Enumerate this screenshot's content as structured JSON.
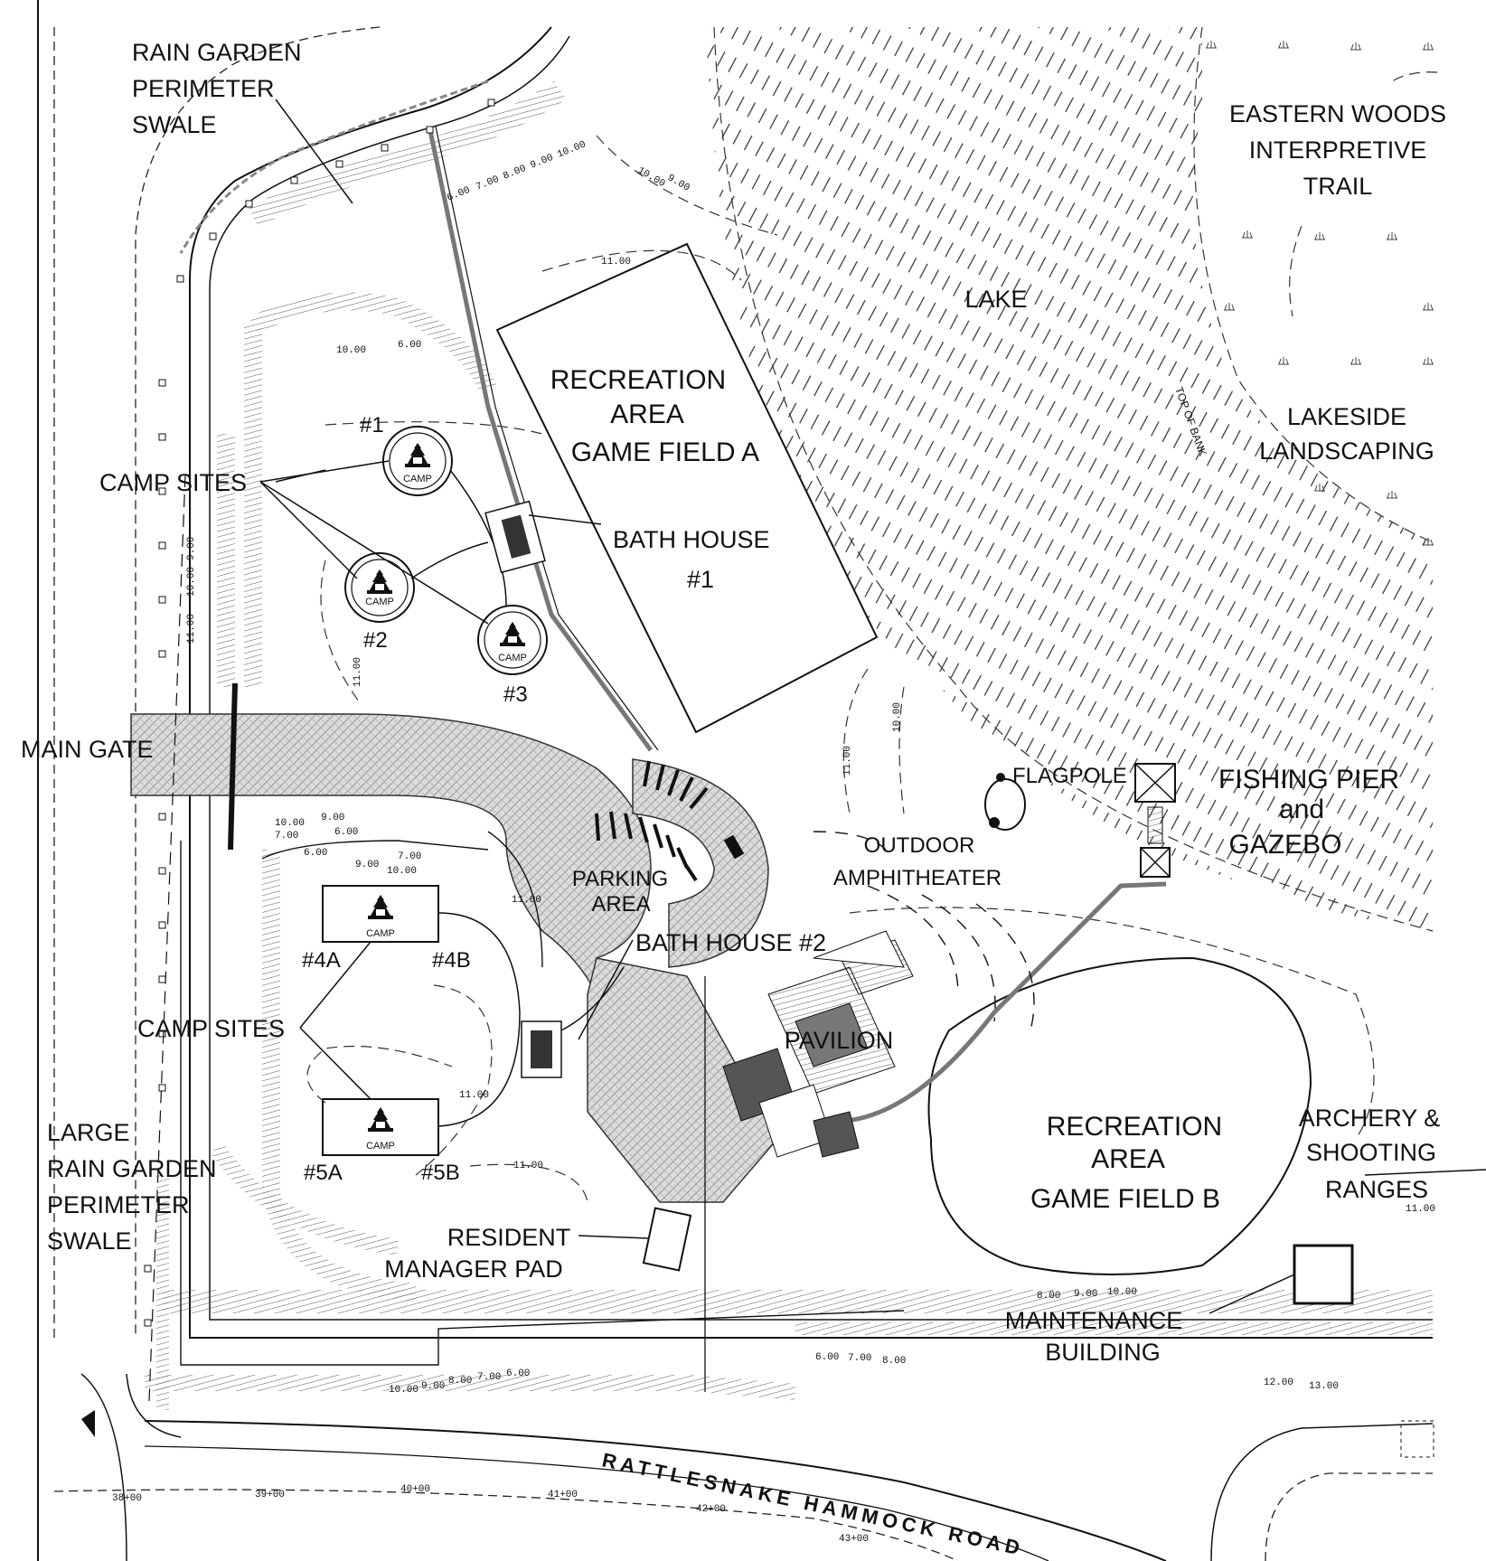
{
  "labels": {
    "rain_garden_swale": [
      "RAIN GARDEN",
      "PERIMETER",
      "SWALE"
    ],
    "eastern_woods": [
      "EASTERN WOODS",
      "INTERPRETIVE",
      "TRAIL"
    ],
    "lake": "LAKE",
    "top_of_bank": "TOP OF BANK",
    "lakeside": [
      "LAKESIDE",
      "LANDSCAPING"
    ],
    "rec_area_a": [
      "RECREATION",
      "AREA",
      "GAME FIELD A"
    ],
    "camp_sites_upper": "CAMP SITES",
    "bath_house_1": [
      "BATH HOUSE",
      "#1"
    ],
    "main_gate": "MAIN GATE",
    "flagpole": "FLAGPOLE",
    "fishing_pier": [
      "FISHING PIER",
      "and",
      "GAZEBO"
    ],
    "outdoor_amphitheater": [
      "OUTDOOR",
      "AMPHITHEATER"
    ],
    "parking_area": [
      "PARKING",
      "AREA"
    ],
    "bath_house_2": "BATH HOUSE #2",
    "pavilion": "PAVILION",
    "camp_sites_lower": "CAMP SITES",
    "rec_area_b": [
      "RECREATION",
      "AREA",
      "GAME FIELD B"
    ],
    "archery": [
      "ARCHERY &",
      "SHOOTING",
      "RANGES"
    ],
    "large_rain_garden": [
      "LARGE",
      "RAIN GARDEN",
      "PERIMETER",
      "SWALE"
    ],
    "resident_manager": [
      "RESIDENT",
      "MANAGER PAD"
    ],
    "maintenance": [
      "MAINTENANCE",
      "BUILDING"
    ],
    "road": "RATTLESNAKE HAMMOCK ROAD"
  },
  "camps": {
    "camp_word": "CAMP",
    "site_1": "#1",
    "site_2": "#2",
    "site_3": "#3",
    "site_4a": "#4A",
    "site_4b": "#4B",
    "site_5a": "#5A",
    "site_5b": "#5B"
  },
  "elevations": {
    "e6": "6.00",
    "e7": "7.00",
    "e8": "8.00",
    "e9": "9.00",
    "e10": "10.00",
    "e11": "11.00",
    "e12": "12.00",
    "e13": "13.00"
  },
  "stations": [
    "38+00",
    "39+00",
    "40+00",
    "41+00",
    "42+00",
    "43+00"
  ],
  "icons": [
    "tent-icon",
    "flagpole-icon",
    "gazebo-icon",
    "marsh-tuft-icon",
    "building-icon"
  ]
}
